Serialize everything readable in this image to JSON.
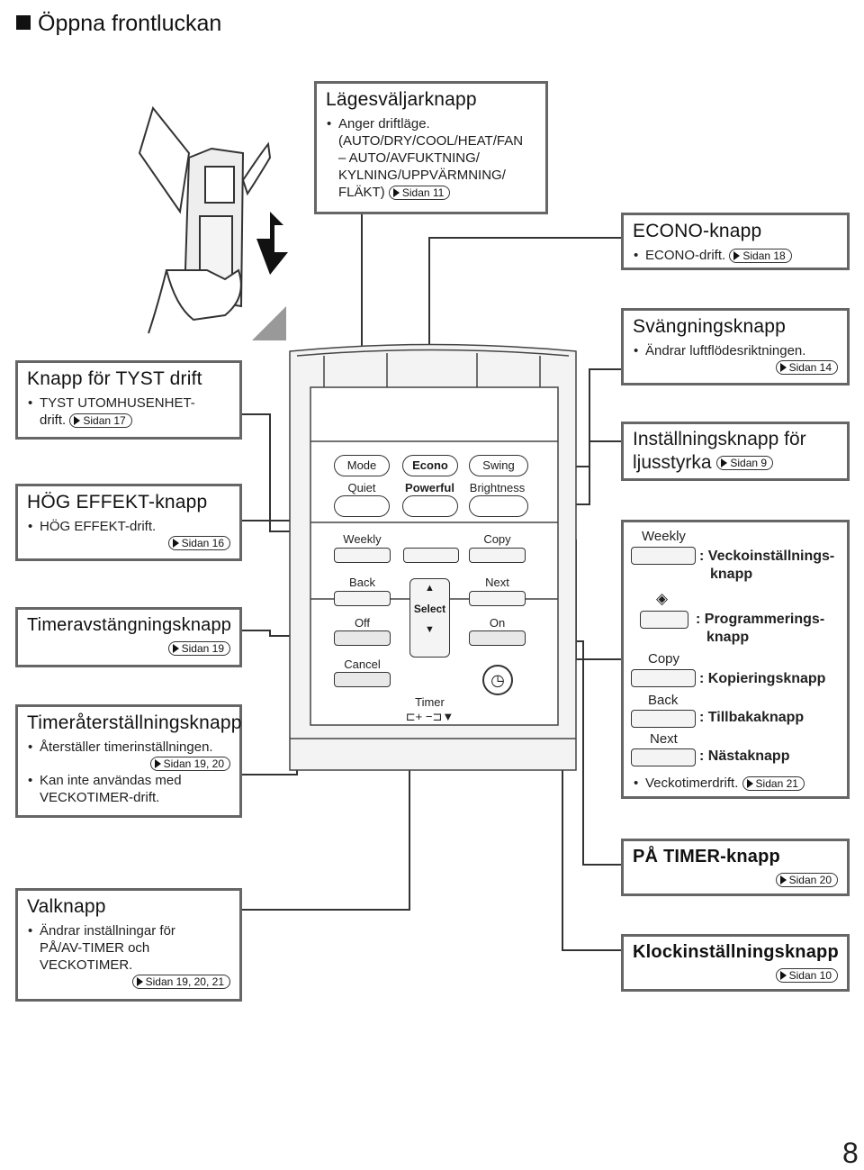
{
  "page_title": "Öppna frontluckan",
  "page_number": "8",
  "boxes": {
    "mode": {
      "title": "Lägesväljarknapp",
      "lines": [
        "Anger driftläge.",
        "(AUTO/DRY/COOL/HEAT/FAN",
        "– AUTO/AVFUKTNING/",
        "KYLNING/UPPVÄRMNING/",
        "FLÄKT)"
      ],
      "ref": "Sidan 11"
    },
    "econo": {
      "title": "ECONO-knapp",
      "text": "ECONO-drift.",
      "ref": "Sidan 18"
    },
    "swing": {
      "title": "Svängningsknapp",
      "text": "Ändrar luftflödesriktningen.",
      "ref": "Sidan 14"
    },
    "brightness": {
      "title_line1": "Inställningsknapp för",
      "title_line2": "ljusstyrka",
      "ref": "Sidan 9"
    },
    "quiet": {
      "title": "Knapp för TYST drift",
      "text_line1": "TYST UTOMHUSENHET-",
      "text_line2": "drift.",
      "ref": "Sidan 17"
    },
    "powerful": {
      "title": "HÖG EFFEKT-knapp",
      "text": "HÖG EFFEKT-drift.",
      "ref": "Sidan 16"
    },
    "off_timer": {
      "title": "Timeravstängningsknapp",
      "ref": "Sidan 19"
    },
    "cancel": {
      "title": "Timeråterställningsknapp",
      "text1": "Återställer timerinställningen.",
      "ref": "Sidan 19, 20",
      "text2_line1": "Kan inte användas med",
      "text2_line2": "VECKOTIMER-drift."
    },
    "select": {
      "title": "Valknapp",
      "lines": [
        "Ändrar inställningar för",
        "PÅ/AV-TIMER och",
        "VECKOTIMER."
      ],
      "ref": "Sidan 19, 20, 21"
    },
    "on_timer": {
      "title": "PÅ TIMER-knapp",
      "ref": "Sidan 20"
    },
    "clock": {
      "title": "Klockinställningsknapp",
      "ref": "Sidan 10"
    },
    "weekly": {
      "k1_label": "Weekly",
      "k1_desc_line1": ": Veckoinställnings-",
      "k1_desc_line2": "knapp",
      "k2_desc_line1": ": Programmerings-",
      "k2_desc_line2": "knapp",
      "k3_label": "Copy",
      "k3_desc": ": Kopieringsknapp",
      "k4_label": "Back",
      "k4_desc": ": Tillbakaknapp",
      "k5_label": "Next",
      "k5_desc": ": Nästaknapp",
      "footer_text": "Veckotimerdrift.",
      "footer_ref": "Sidan 21"
    }
  },
  "remote": {
    "mode": "Mode",
    "econo": "Econo",
    "swing": "Swing",
    "quiet": "Quiet",
    "powerful": "Powerful",
    "brightness": "Brightness",
    "weekly": "Weekly",
    "copy": "Copy",
    "back": "Back",
    "next": "Next",
    "off": "Off",
    "select": "Select",
    "on": "On",
    "cancel": "Cancel",
    "timer": "Timer"
  }
}
